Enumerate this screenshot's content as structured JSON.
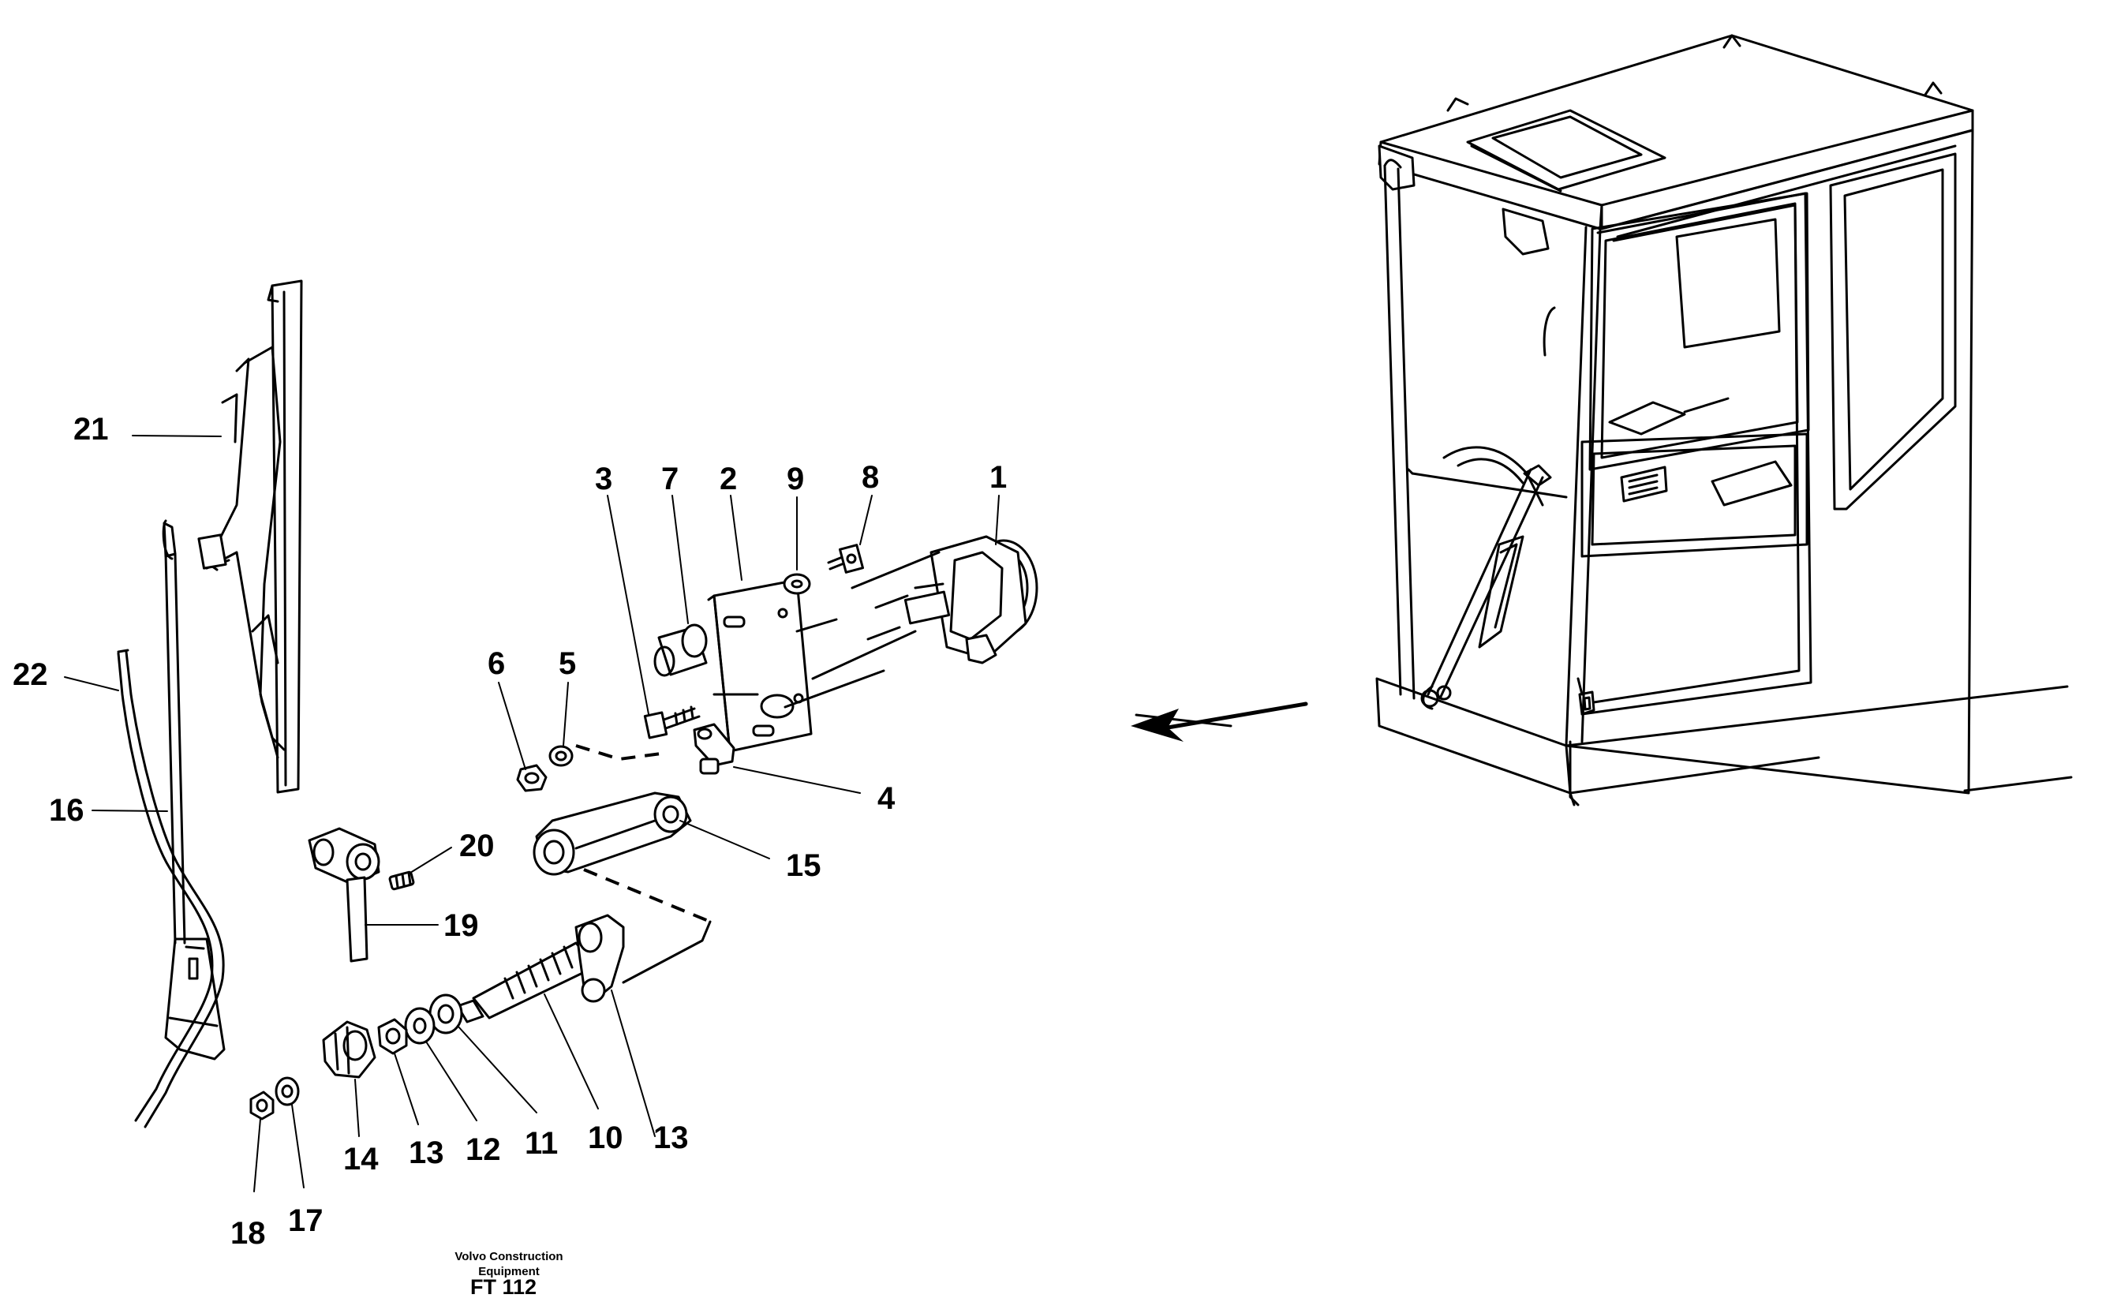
{
  "diagram": {
    "labels": {
      "p1": "1",
      "p2": "2",
      "p3": "3",
      "p4": "4",
      "p5": "5",
      "p6": "6",
      "p7": "7",
      "p8": "8",
      "p9": "9",
      "p10": "10",
      "p11": "11",
      "p12": "12",
      "p13a": "13",
      "p13b": "13",
      "p14": "14",
      "p15": "15",
      "p16": "16",
      "p17": "17",
      "p18": "18",
      "p19": "19",
      "p20": "20",
      "p21": "21",
      "p22": "22"
    },
    "footer": {
      "brand_line1": "Volvo Construction",
      "brand_line2": "Equipment",
      "figure_code": "FT 112"
    }
  }
}
